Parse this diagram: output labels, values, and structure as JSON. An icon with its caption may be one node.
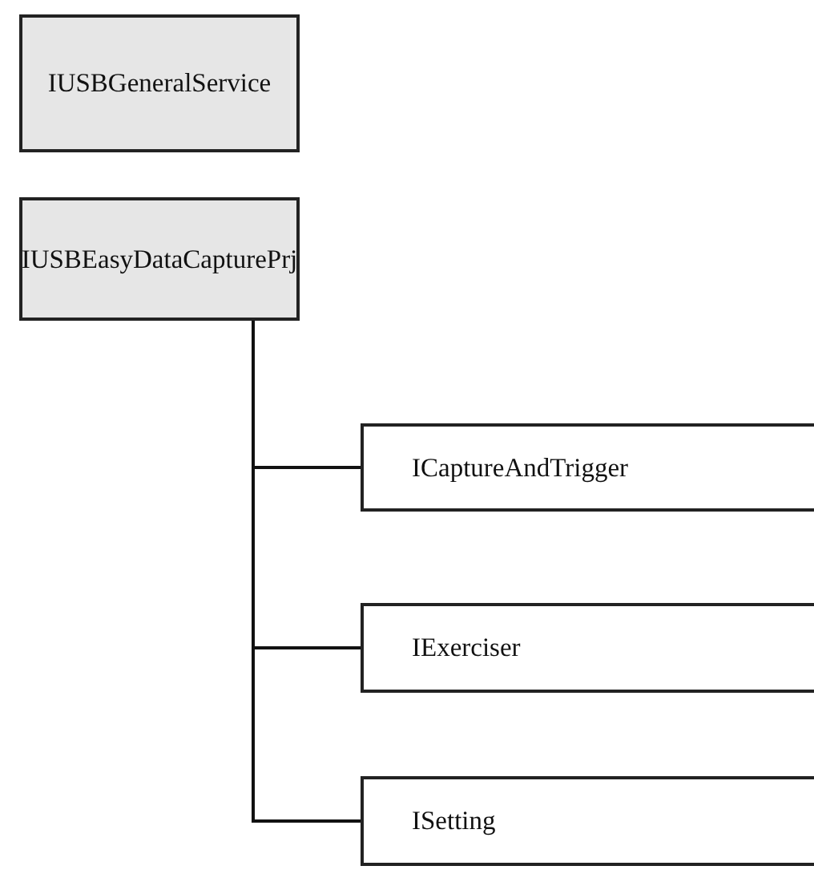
{
  "diagram": {
    "nodes": [
      {
        "text": [
          "IUSBGeneralService"
        ]
      },
      {
        "text": [
          "IUSBEasyDataCapturePrj"
        ]
      },
      {
        "text": [
          "ICaptureAndTrigger"
        ]
      },
      {
        "text": [
          "IExerciser"
        ]
      },
      {
        "text": [
          "ISetting"
        ]
      }
    ],
    "edges": [
      {
        "from": 1,
        "to": 2,
        "arrow": "none"
      },
      {
        "from": 1,
        "to": 3,
        "arrow": "none"
      },
      {
        "from": 1,
        "to": 4,
        "arrow": "none"
      }
    ]
  }
}
